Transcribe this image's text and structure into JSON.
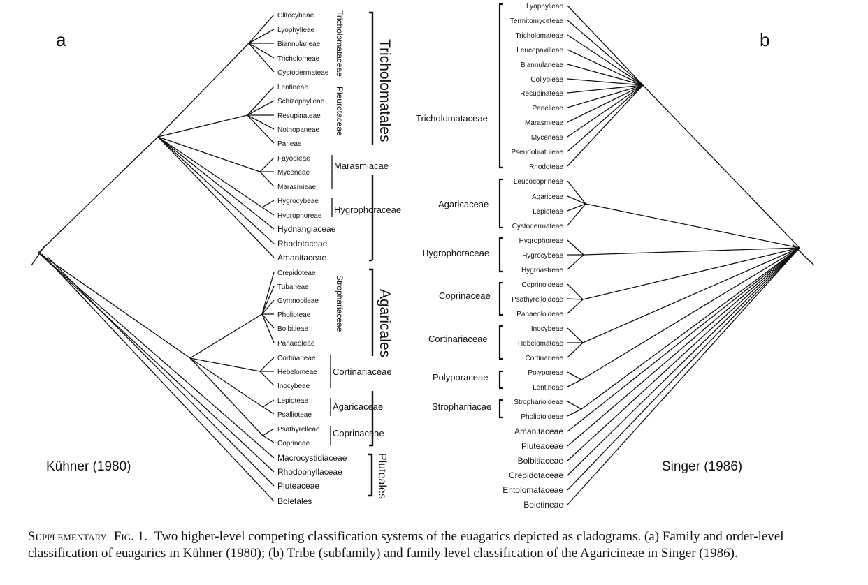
{
  "panel_a": {
    "letter": "a",
    "citation": "Kühner (1980)",
    "taxa": [
      "Clitocybeae",
      "Lyophylleae",
      "Biannularieae",
      "Tricholomeae",
      "Cystodermateae",
      "Lentineae",
      "Schizophylleae",
      "Resupinateae",
      "Nothopaneae",
      "Paneae",
      "Fayodieae",
      "Myceneae",
      "Marasmieae",
      "Hygrocybeae",
      "Hygrophoreae",
      "Hydnangiaceae",
      "Rhodotaceae",
      "Amanitaceae",
      "Crepidoteae",
      "Tubarieae",
      "Gymnopileae",
      "Pholioteae",
      "Bolbitieae",
      "Panaeoleae",
      "Cortinarieae",
      "Hebelomeae",
      "Inocybeae",
      "Lepioteae",
      "Psallioteae",
      "Psathyrelleae",
      "Coprineae",
      "Macrocystidiaceae",
      "Rhodophyllaceae",
      "Pluteaceae",
      "Boletales"
    ],
    "families": {
      "tricholomataceae": "Tricholomataceae",
      "pleurotaceae": "Pleurotaceae",
      "marasmiaceae": "Marasmiacae",
      "hygrophoraceae": "Hygrophoraceae",
      "strophariaceae": "Strophariaceae",
      "cortinariaceae": "Cortinariaceae",
      "agaricaceae": "Agaricaceae",
      "coprinaceae": "Coprinaceae"
    },
    "orders": {
      "tricholomatales": "Tricholomatales",
      "agaricales": "Agaricales",
      "pluteales": "Pluteales"
    }
  },
  "panel_b": {
    "letter": "b",
    "citation": "Singer (1986)",
    "taxa": [
      "Lyophylleae",
      "Termitomyceteae",
      "Tricholomateae",
      "Leucopaxilleae",
      "Biannularieae",
      "Collybieae",
      "Resupinateae",
      "Panelleae",
      "Marasmieae",
      "Myceneae",
      "Pseudohiatuleae",
      "Rhodoteae",
      "Leucocoprineae",
      "Agariceae",
      "Lepioteae",
      "Cystodermateae",
      "Hygrophoreae",
      "Hygrocybeae",
      "Hygroastreae",
      "Coprinoideae",
      "Psathyrelloideae",
      "Panaeoloideae",
      "Inocybeae",
      "Hebelomateae",
      "Cortinarieae",
      "Polyporeae",
      "Lentineae",
      "Stropharioideae",
      "Pholiotoideae",
      "Amanitaceae",
      "Pluteaceae",
      "Bolbitiaceae",
      "Crepidotaceae",
      "Entolomataceae",
      "Boletineae"
    ],
    "families": {
      "tricholomataceae": "Tricholomataceae",
      "agaricaceae": "Agaricaceae",
      "hygrophoraceae": "Hygrophoraceae",
      "coprinaceae": "Coprinaceae",
      "cortinariaceae": "Cortinariaceae",
      "polyporaceae": "Polyporaceae",
      "strophariaceae": "Stropharriacae"
    }
  },
  "caption": {
    "lead": "Supplementary",
    "fig": "Fig. 1.",
    "text": "Two higher-level competing classification systems of the euagarics depicted as cladograms. (a) Family and order-level classification of euagarics in Kühner (1980); (b) Tribe (subfamily) and family level classification of the Agaricineae in Singer (1986)."
  }
}
